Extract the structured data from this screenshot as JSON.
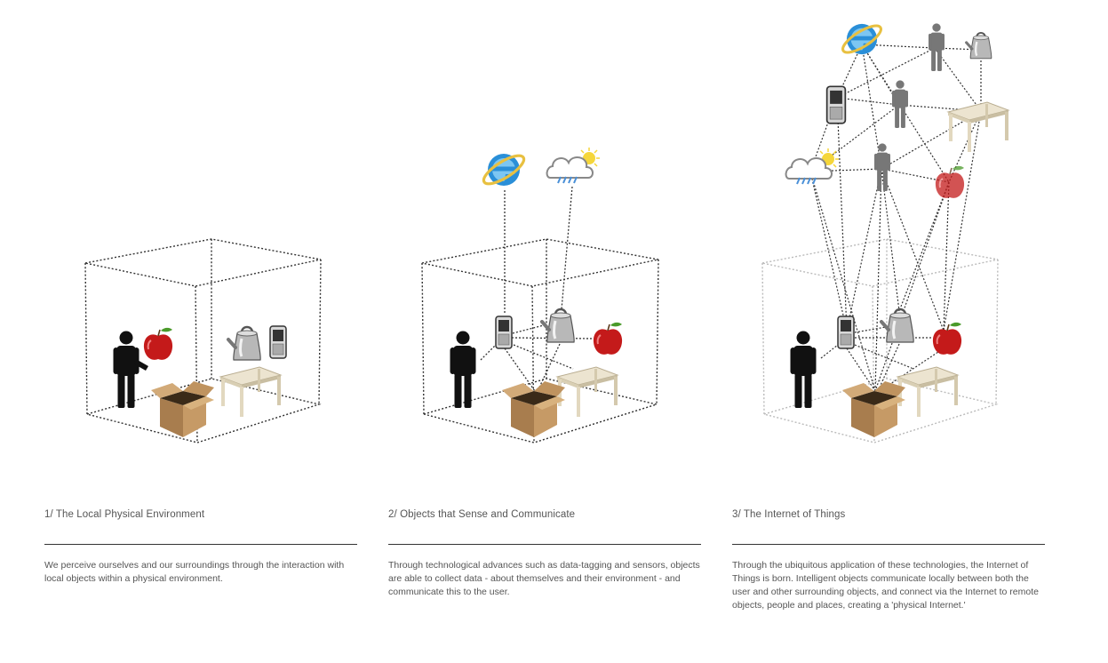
{
  "panels": [
    {
      "title": "1/ The Local Physical Environment",
      "body": "We perceive ourselves and our surroundings through the interaction with local objects within a physical environment."
    },
    {
      "title": "2/ Objects that Sense and Communicate",
      "body": "Through technological advances such as data-tagging and sensors, objects are able to collect data - about themselves and their environment - and communicate this to the user."
    },
    {
      "title": "3/ The Internet of Things",
      "body": "Through the ubiquitous application of these technologies, the Internet of Things is born.  Intelligent objects communicate locally between both the user and other surrounding objects, and connect via the Internet to remote objects, people and places, creating a 'physical Internet.'"
    }
  ],
  "icons": {
    "person": "person-icon",
    "apple": "apple-icon",
    "kettle": "kettle-icon",
    "phone": "mobile-phone-icon",
    "table": "table-icon",
    "box": "cardboard-box-icon",
    "browser": "internet-explorer-icon",
    "weather": "weather-cloud-icon"
  },
  "colors": {
    "line": "#333333",
    "faint_line": "#bbbbbb",
    "person": "#111111",
    "remote_person": "#777777",
    "apple": "#c41a1a",
    "box": "#b0895a",
    "table": "#ece4d0",
    "ie_blue": "#2a8fd8",
    "ie_ring": "#e8c040",
    "text": "#555555"
  }
}
